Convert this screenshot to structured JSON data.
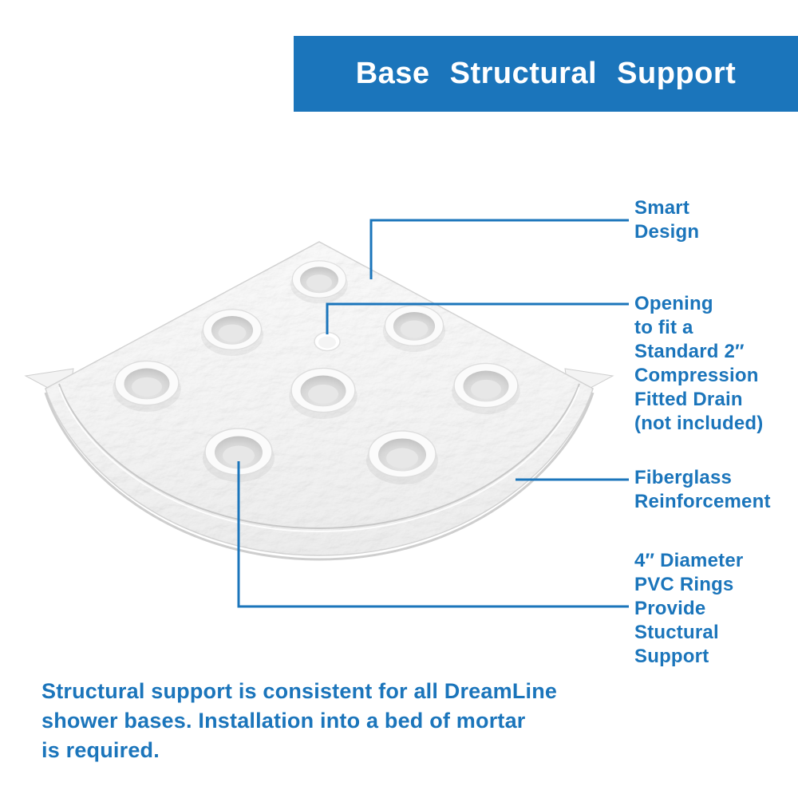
{
  "header": {
    "title": "Base Structural Support"
  },
  "callouts": {
    "smart_design": {
      "label": "Smart\nDesign"
    },
    "drain_opening": {
      "label": "Opening\nto fit a\nStandard 2″\nCompression\nFitted Drain\n(not included)"
    },
    "fiberglass": {
      "label": "Fiberglass\nReinforcement"
    },
    "pvc_rings": {
      "label": "4″ Diameter\nPVC Rings\nProvide\nStuctural\nSupport"
    }
  },
  "footer": {
    "note": "Structural support is consistent for all DreamLine\nshower bases. Installation into a bed of mortar\nis required."
  },
  "colors": {
    "accent_blue": "#1b75bb",
    "banner_text": "#ffffff",
    "pan_fill": "#f2f2f2"
  }
}
